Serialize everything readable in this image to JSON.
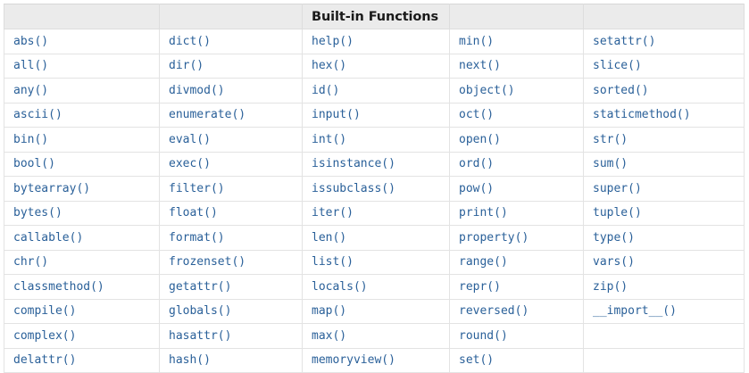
{
  "page": {
    "background_color": "#ffffff"
  },
  "table": {
    "title": "Built-in Functions",
    "title_column_index": 2,
    "header_background_color": "#ebebeb",
    "header_text_color": "#1a1a1a",
    "cell_text_color": "#2a6099",
    "border_color": "#e3e3e3",
    "column_count": 5,
    "row_count": 14,
    "header": [
      "",
      "",
      "Built-in Functions",
      "",
      ""
    ],
    "rows": [
      [
        "abs()",
        "dict()",
        "help()",
        "min()",
        "setattr()"
      ],
      [
        "all()",
        "dir()",
        "hex()",
        "next()",
        "slice()"
      ],
      [
        "any()",
        "divmod()",
        "id()",
        "object()",
        "sorted()"
      ],
      [
        "ascii()",
        "enumerate()",
        "input()",
        "oct()",
        "staticmethod()"
      ],
      [
        "bin()",
        "eval()",
        "int()",
        "open()",
        "str()"
      ],
      [
        "bool()",
        "exec()",
        "isinstance()",
        "ord()",
        "sum()"
      ],
      [
        "bytearray()",
        "filter()",
        "issubclass()",
        "pow()",
        "super()"
      ],
      [
        "bytes()",
        "float()",
        "iter()",
        "print()",
        "tuple()"
      ],
      [
        "callable()",
        "format()",
        "len()",
        "property()",
        "type()"
      ],
      [
        "chr()",
        "frozenset()",
        "list()",
        "range()",
        "vars()"
      ],
      [
        "classmethod()",
        "getattr()",
        "locals()",
        "repr()",
        "zip()"
      ],
      [
        "compile()",
        "globals()",
        "map()",
        "reversed()",
        "__import__()"
      ],
      [
        "complex()",
        "hasattr()",
        "max()",
        "round()",
        ""
      ],
      [
        "delattr()",
        "hash()",
        "memoryview()",
        "set()",
        ""
      ]
    ]
  }
}
